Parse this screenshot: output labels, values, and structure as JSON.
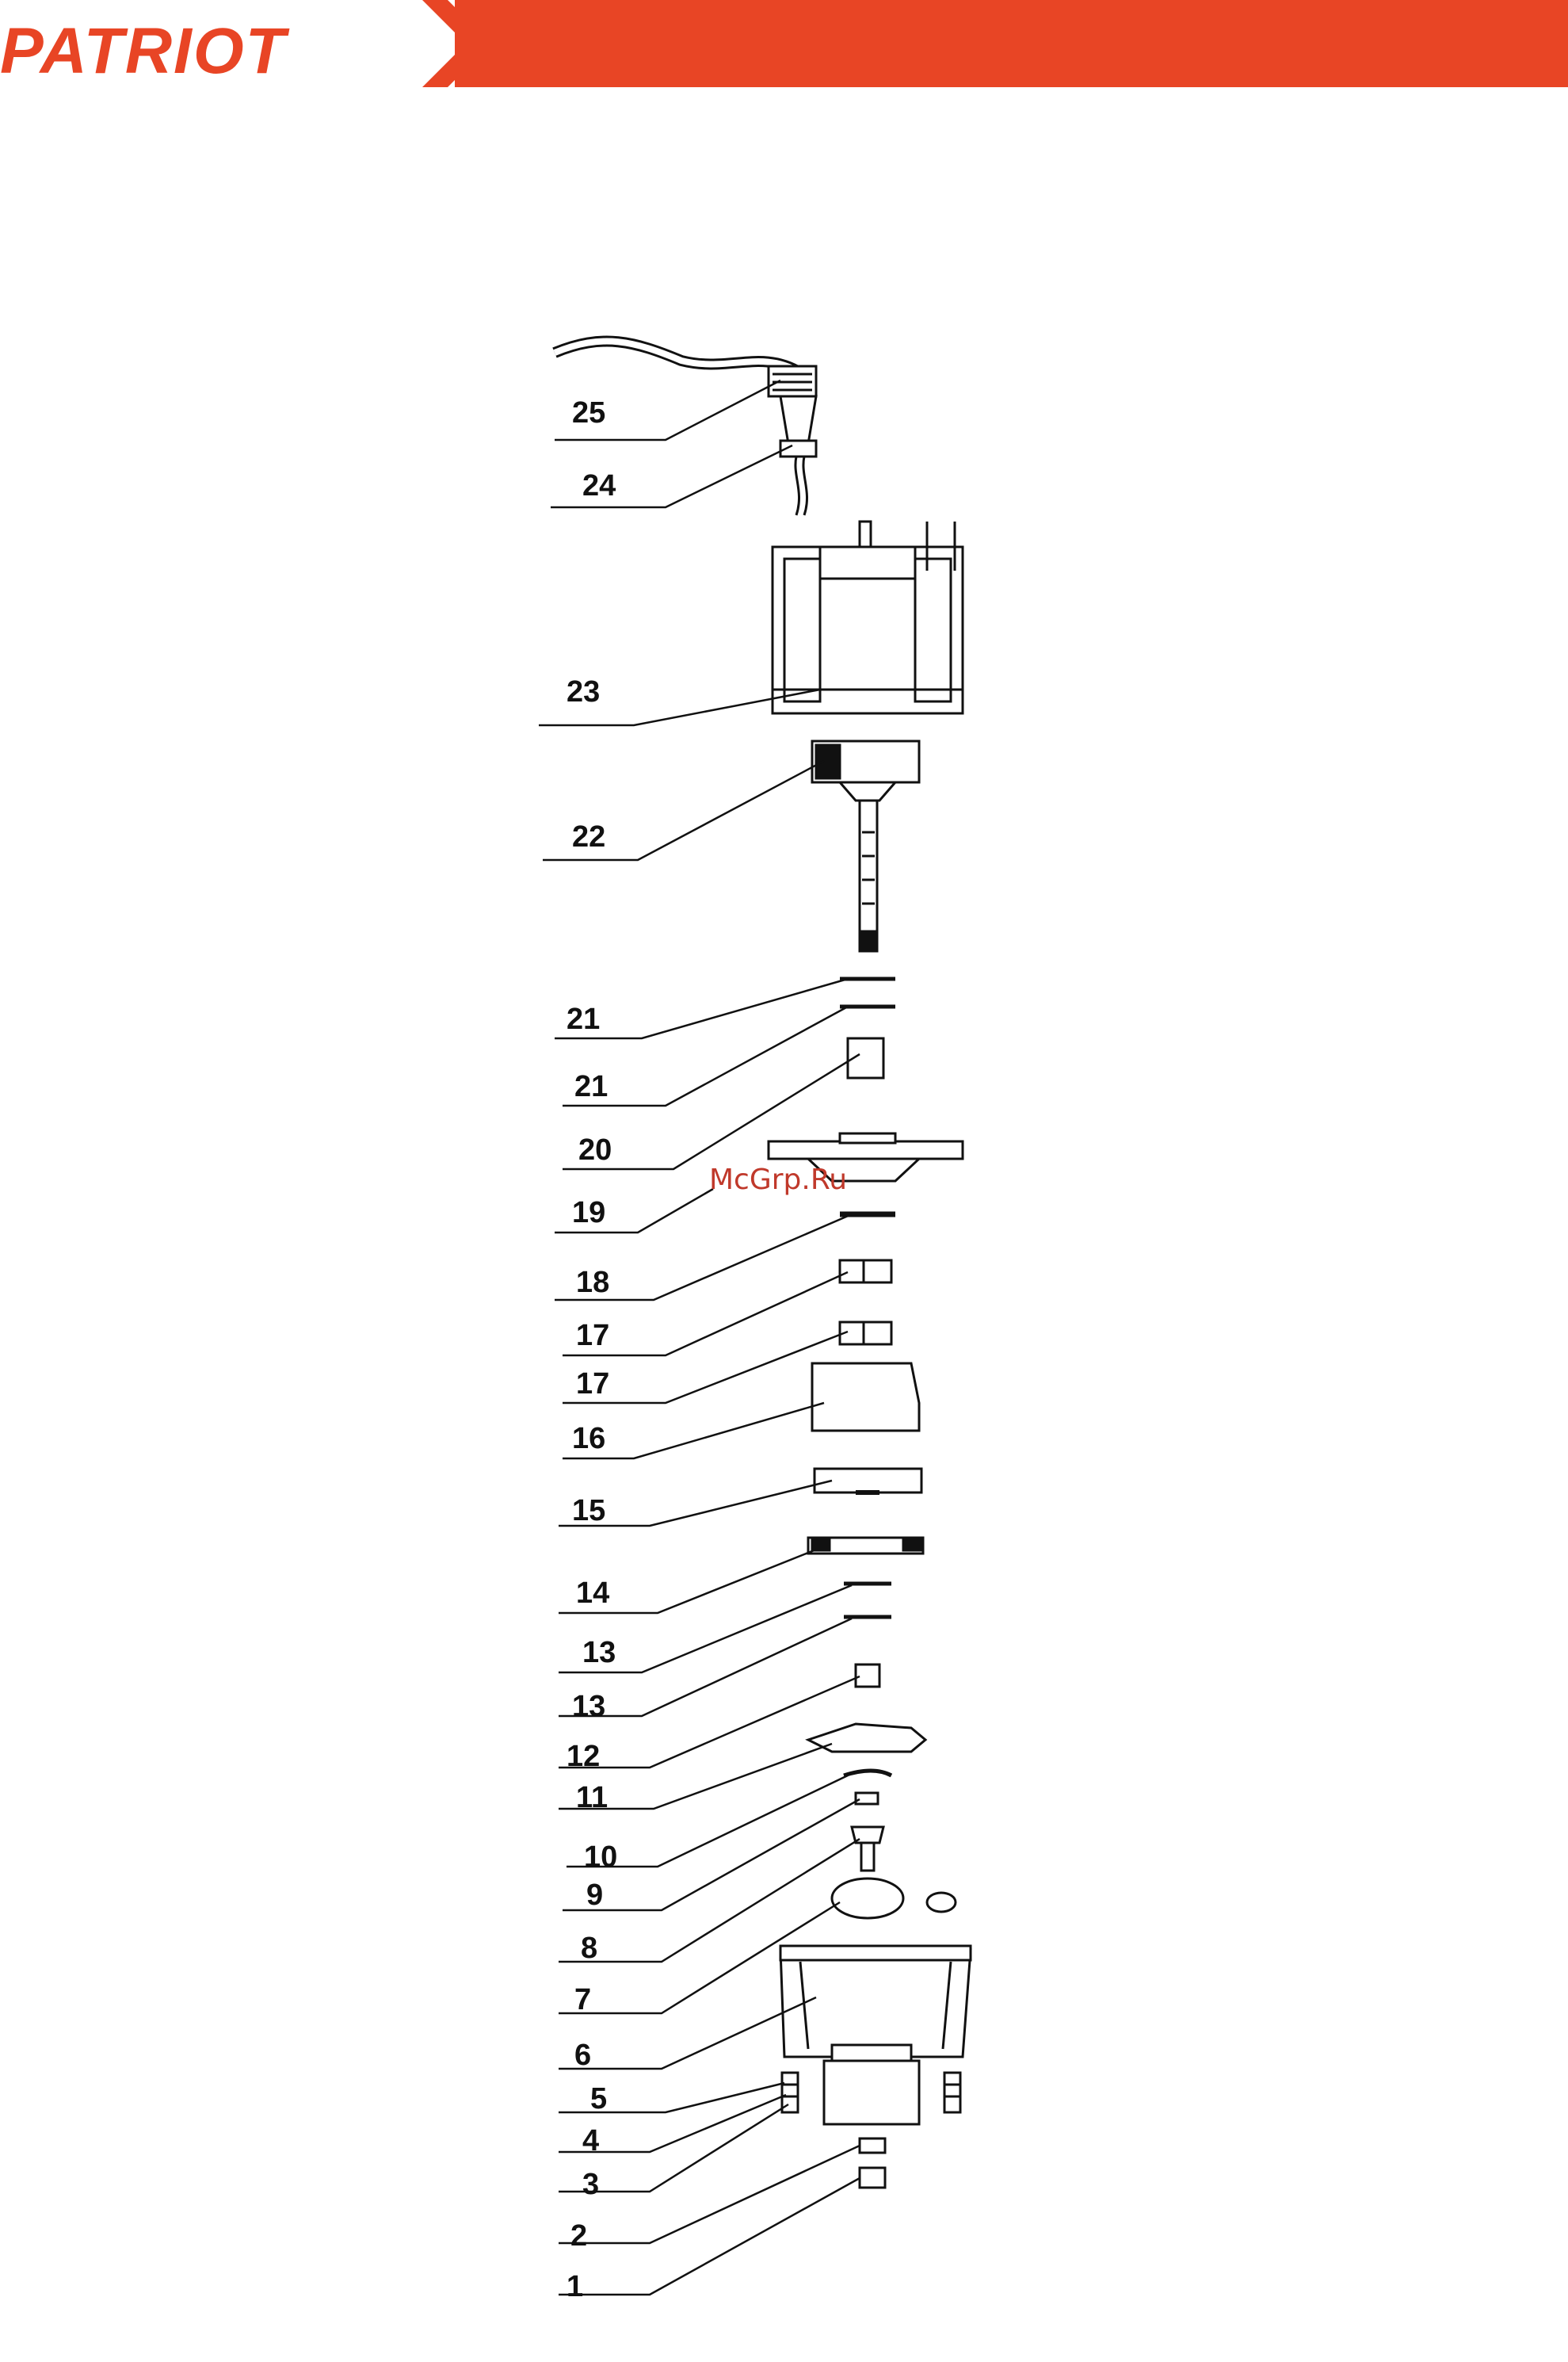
{
  "header": {
    "brand": "PATRIOT"
  },
  "colors": {
    "brand": "#e84525",
    "ink": "#111111",
    "watermark": "#c0392b"
  },
  "watermark": "McGrp.Ru",
  "callouts": [
    {
      "label": "25"
    },
    {
      "label": "24"
    },
    {
      "label": "23"
    },
    {
      "label": "22"
    },
    {
      "label": "21"
    },
    {
      "label": "21"
    },
    {
      "label": "20"
    },
    {
      "label": "19"
    },
    {
      "label": "18"
    },
    {
      "label": "17"
    },
    {
      "label": "17"
    },
    {
      "label": "16"
    },
    {
      "label": "15"
    },
    {
      "label": "14"
    },
    {
      "label": "13"
    },
    {
      "label": "13"
    },
    {
      "label": "12"
    },
    {
      "label": "11"
    },
    {
      "label": "10"
    },
    {
      "label": "9"
    },
    {
      "label": "8"
    },
    {
      "label": "7"
    },
    {
      "label": "6"
    },
    {
      "label": "5"
    },
    {
      "label": "4"
    },
    {
      "label": "3"
    },
    {
      "label": "2"
    },
    {
      "label": "1"
    }
  ]
}
